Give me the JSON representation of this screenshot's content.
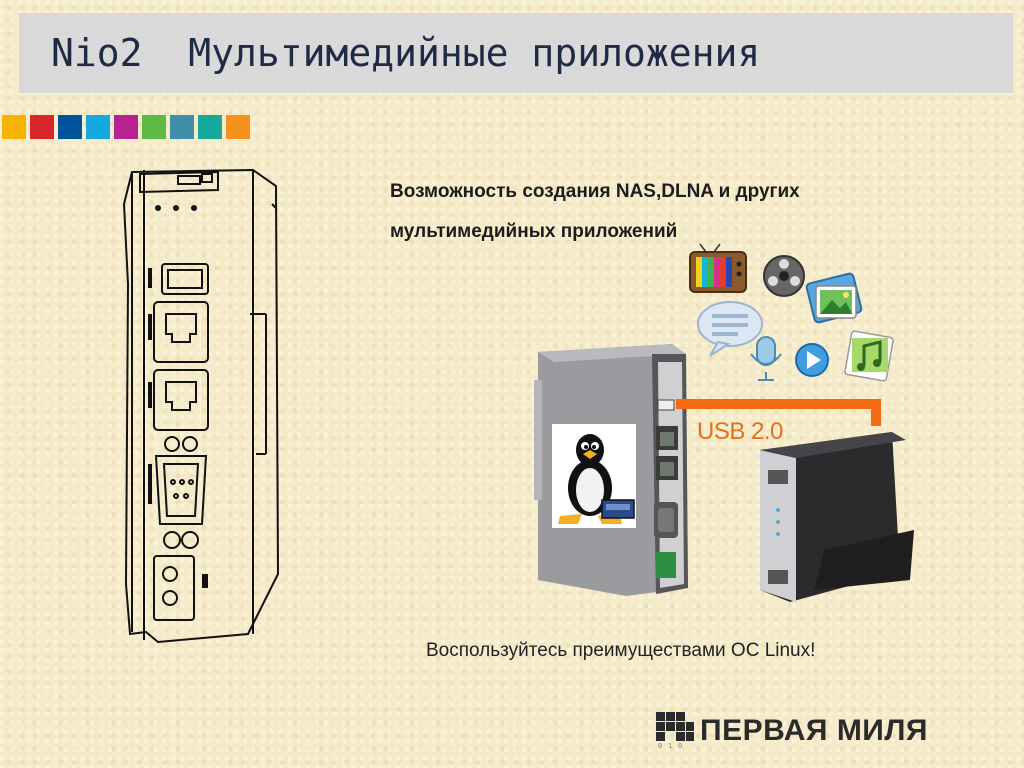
{
  "slide": {
    "title": "Nio2  Мультимедийные приложения",
    "heading_line1": "Возможность создания NAS,DLNA и других",
    "heading_line2": "мультимедийных приложений",
    "footer": "Воспользуйтесь преимуществами ОС Linux!",
    "usb_label": "USB 2.0"
  },
  "swatch_colors": [
    "#f5b400",
    "#d9262c",
    "#00529b",
    "#16a9e1",
    "#b8248f",
    "#5fb946",
    "#3f8fa8",
    "#16a99a",
    "#f4921f"
  ],
  "logo": {
    "text": "ПЕРВАЯ МИЛЯ"
  },
  "icons": [
    "tv-icon",
    "film-reel-icon",
    "photos-icon",
    "chat-icon",
    "microphone-icon",
    "play-icon",
    "music-icon",
    "tux-penguin-icon"
  ]
}
